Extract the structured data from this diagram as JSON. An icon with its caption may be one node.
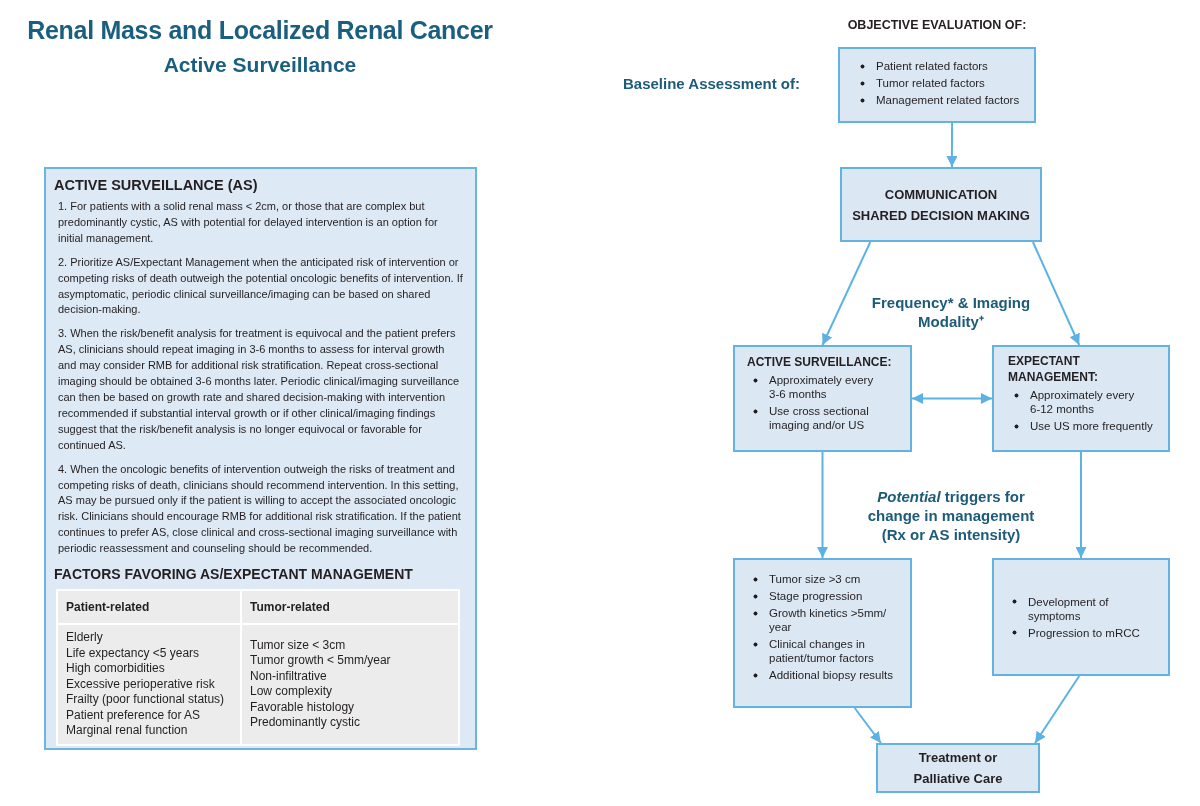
{
  "diagram": {
    "title": "Renal Mass and Localized Renal Cancer",
    "nodes": [
      {
        "text": [
          "ACTIVE SURVEILLANCE (AS)",
          "1. For patients with a solid renal mass < 2cm, or those that are complex but predominantly cystic, AS with potential for delayed intervention is an option for initial management.",
          "2. Prioritize AS/Expectant Management when the anticipated risk of intervention or competing risks of death outweigh the potential oncologic benefits of intervention. If asymptomatic, periodic clinical surveillance/imaging can be based on shared decision-making.",
          "3. When the risk/benefit analysis for treatment is equivocal and the patient prefers AS, clinicians should repeat imaging in 3-6 months to assess for interval growth and may consider RMB for additional risk stratification. Repeat cross-sectional imaging should be obtained 3-6 months later. Periodic clinical/imaging surveillance can then be based on growth rate and shared decision-making with intervention recommended if substantial interval growth or if other clinical/imaging findings suggest that the risk/benefit analysis is no longer equivocal or favorable for continued AS.",
          "4. When the oncologic benefits of intervention outweigh the risks of treatment and competing risks of death, clinicians should recommend intervention. In this setting, AS may be pursued only if the patient is willing to accept the associated oncologic risk. Clinicians should encourage RMB for additional risk stratification. If the patient continues to prefer AS, close clinical and cross-sectional imaging surveillance with periodic reassessment and counseling should be recommended.",
          "FACTORS FAVORING AS/EXPECTANT MANAGEMENT"
        ]
      },
      {
        "text": [
          "OBJECTIVE EVALUATION OF:",
          "Patient related factors",
          "Tumor related factors",
          "Management related factors"
        ],
        "beside": [
          "Baseline Assessment of:"
        ]
      },
      {
        "text": [
          "COMMUNICATION",
          "SHARED DECISION MAKING"
        ]
      },
      {
        "text": [
          "ACTIVE SURVEILLANCE:",
          "Approximately every 3-6 months",
          "Use cross sectional imaging and/or US"
        ]
      },
      {
        "text": [
          "EXPECTANT MANAGEMENT:",
          "Approximately every 6-12 months",
          "Use US more frequently"
        ]
      },
      {
        "text": [
          "Tumor size >3 cm",
          "Stage progression",
          "Growth kinetics >5mm/ year",
          "Clinical changes in patient/tumor factors",
          "Additional biopsy results"
        ]
      },
      {
        "text": [
          "Development of symptoms",
          "Progression to mRCC"
        ]
      },
      {
        "text": [
          "Treatment or Palliative Care"
        ]
      }
    ],
    "edges": [
      {
        "from": 1,
        "to": 2,
        "arrow": "to"
      },
      {
        "from": 2,
        "to": 3,
        "arrow": "to"
      },
      {
        "from": 2,
        "to": 4,
        "arrow": "to"
      },
      {
        "from": 3,
        "to": 4,
        "arrow": "both"
      },
      {
        "from": 3,
        "to": 5,
        "arrow": "to"
      },
      {
        "from": 4,
        "to": 6,
        "arrow": "to"
      },
      {
        "from": 5,
        "to": 7,
        "arrow": "to"
      },
      {
        "from": 6,
        "to": 7,
        "arrow": "to"
      }
    ],
    "labels": [
      "Active Surveillance",
      "Patient-related",
      "Tumor-related",
      "Elderly",
      "Life expectancy <5 years",
      "High comorbidities",
      "Excessive perioperative risk",
      "Frailty (poor functional status)",
      "Patient preference for AS",
      "Marginal renal function",
      "Tumor size < 3cm",
      "Tumor growth < 5mm/year",
      "Non-infiltrative",
      "Low complexity",
      "Favorable histology",
      "Predominantly cystic",
      "Frequency* & Imaging Modality⁺",
      "*Potential* triggers for change in management (Rx or AS intensity)"
    ]
  }
}
